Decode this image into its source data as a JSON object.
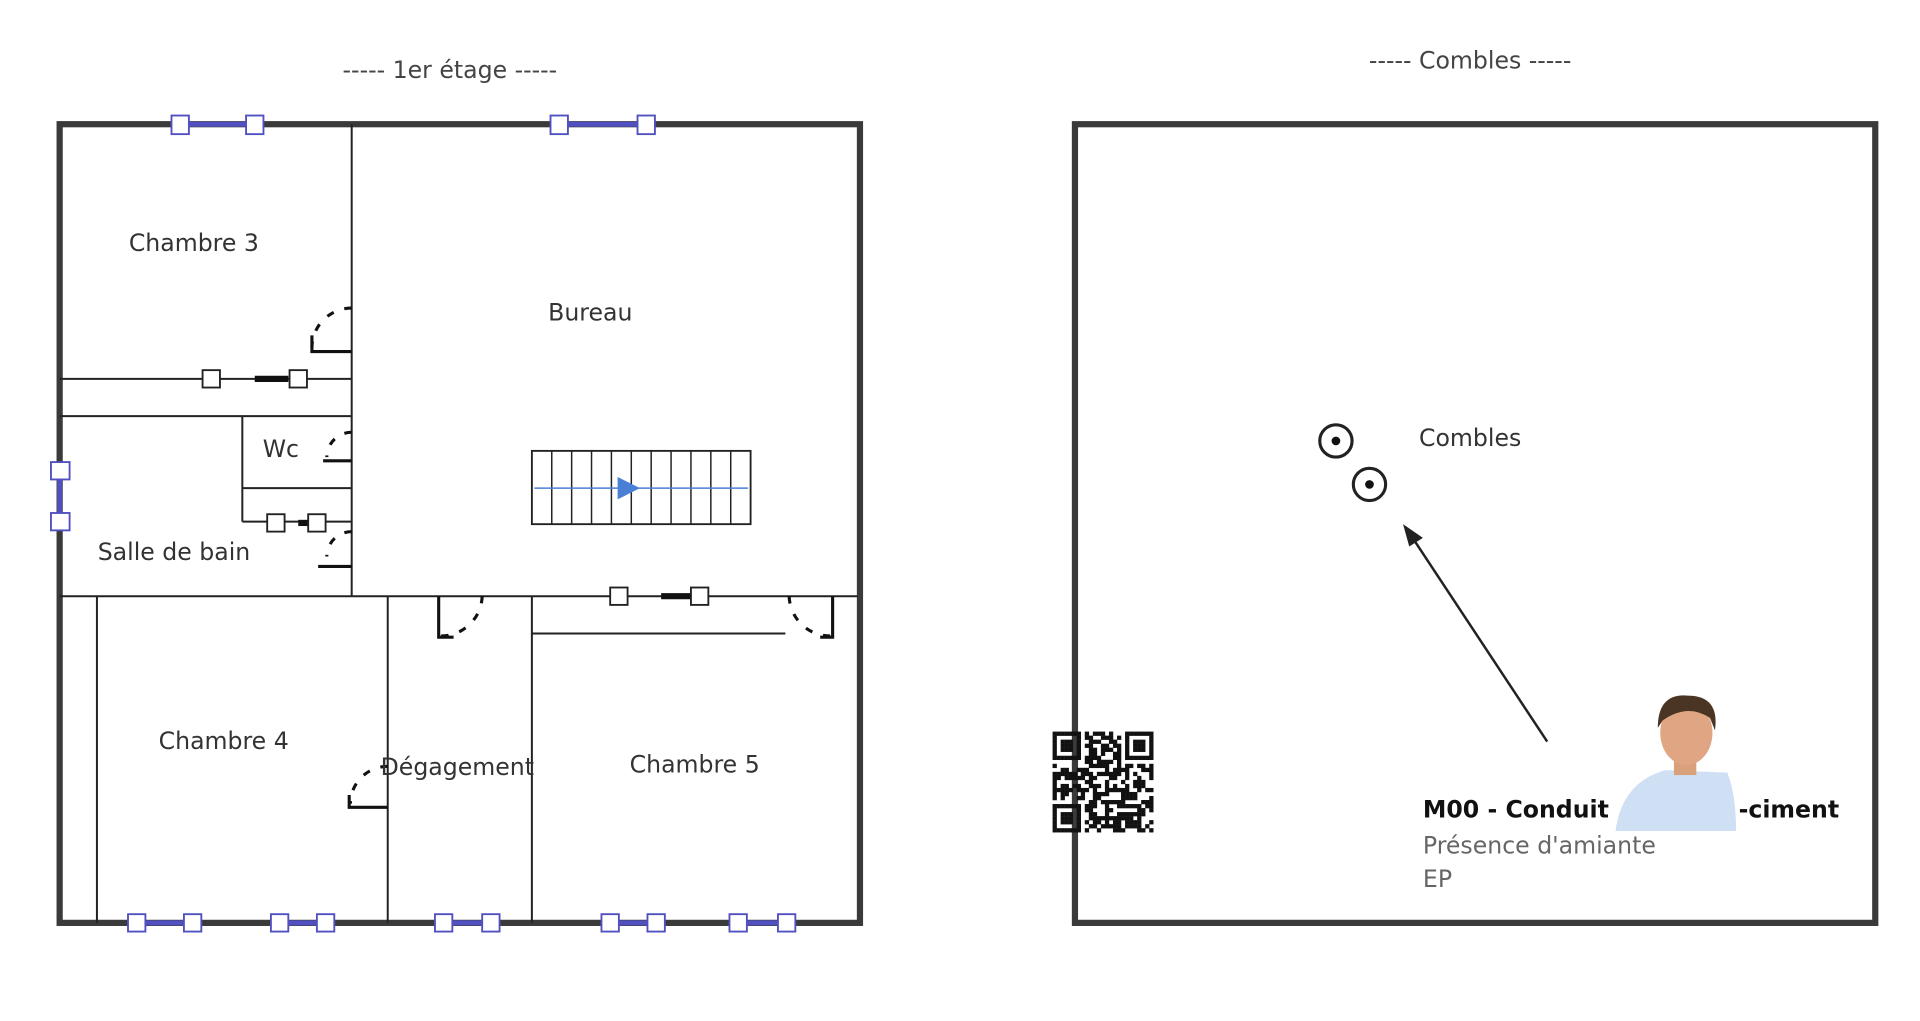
{
  "floor_1": {
    "title": "-----  1er étage  -----",
    "rooms": [
      "Chambre 3",
      "Bureau",
      "Wc",
      "Salle de bain",
      "Chambre 4",
      "Dégagement",
      "Chambre 5"
    ]
  },
  "attic": {
    "title": "-----  Combles  -----",
    "room_label": "Combles",
    "marker": {
      "code": "M00",
      "name_start": "- Conduits",
      "name_end": "-ciment",
      "status": "Présence d'amiante",
      "location": "EP"
    }
  },
  "colors": {
    "wall": "#3a3a3a",
    "window": "#5050c0",
    "stairs_arrow": "#4a7fd6"
  }
}
